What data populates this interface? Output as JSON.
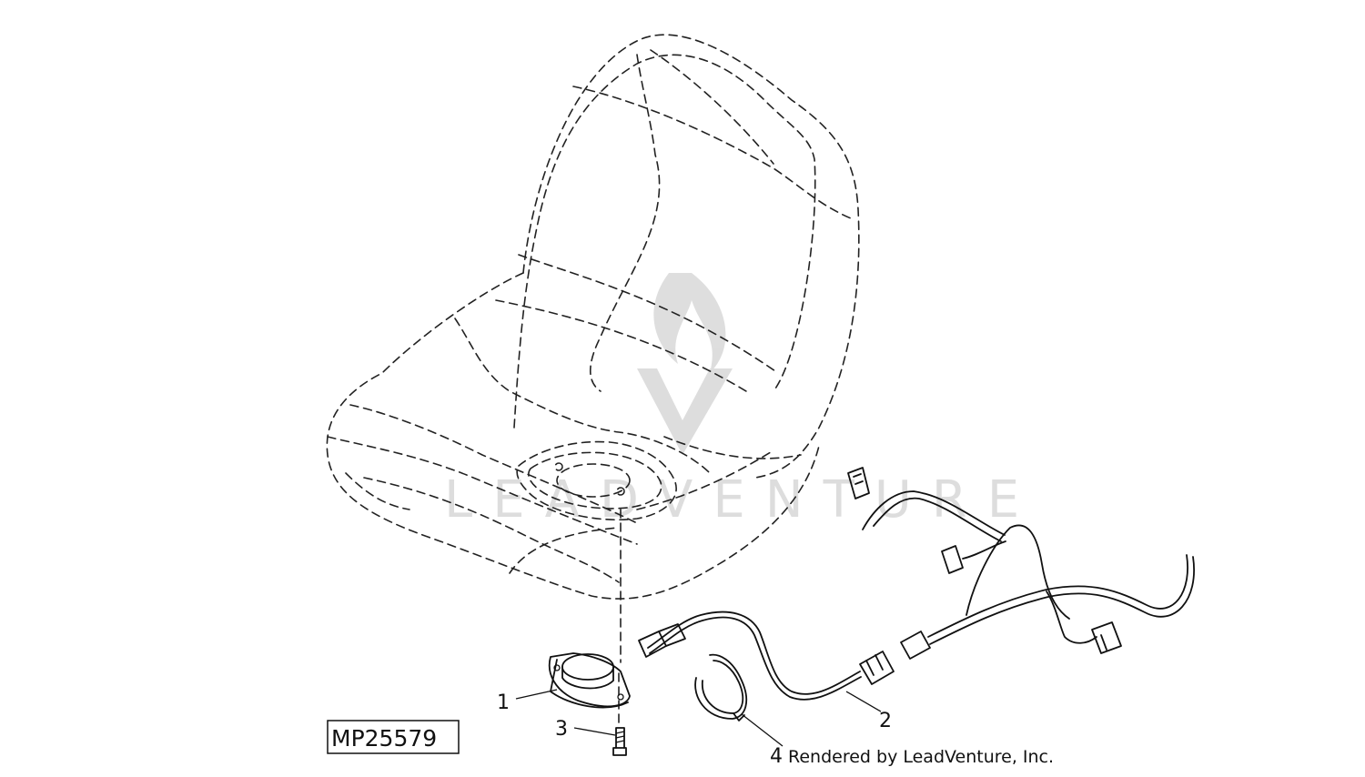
{
  "figure_id": "MP25579",
  "callouts": [
    {
      "number": "1",
      "part": "alarm-buzzer"
    },
    {
      "number": "2",
      "part": "wiring-harness"
    },
    {
      "number": "3",
      "part": "screw"
    },
    {
      "number": "4",
      "part": "cable-tie"
    }
  ],
  "credit": "Rendered by LeadVenture, Inc.",
  "watermark": "LEADVENTURE",
  "colors": {
    "line": "#111111",
    "background": "#ffffff",
    "watermark": "#d9d9d9"
  }
}
